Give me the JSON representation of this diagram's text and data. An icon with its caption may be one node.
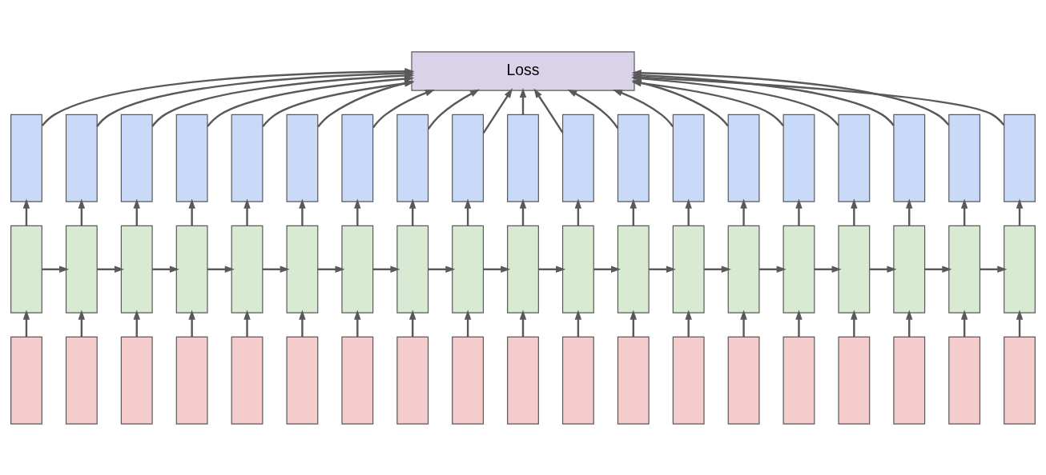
{
  "diagram": {
    "nodes": [
      {
        "text": [
          "Loss"
        ]
      },
      {
        "text": [],
        "shape": "box"
      },
      {
        "text": [],
        "shape": "box"
      },
      {
        "text": [],
        "shape": "box"
      },
      {
        "text": [],
        "shape": "box"
      },
      {
        "text": [],
        "shape": "box"
      },
      {
        "text": [],
        "shape": "box"
      },
      {
        "text": [],
        "shape": "box"
      },
      {
        "text": [],
        "shape": "box"
      },
      {
        "text": [],
        "shape": "box"
      },
      {
        "text": [],
        "shape": "box"
      },
      {
        "text": [],
        "shape": "box"
      },
      {
        "text": [],
        "shape": "box"
      },
      {
        "text": [],
        "shape": "box"
      },
      {
        "text": [],
        "shape": "box"
      },
      {
        "text": [],
        "shape": "box"
      },
      {
        "text": [],
        "shape": "box"
      },
      {
        "text": [],
        "shape": "box"
      },
      {
        "text": [],
        "shape": "box"
      },
      {
        "text": [],
        "shape": "box"
      },
      {
        "text": [],
        "shape": "box"
      },
      {
        "text": [],
        "shape": "box"
      },
      {
        "text": [],
        "shape": "box"
      },
      {
        "text": [],
        "shape": "box"
      },
      {
        "text": [],
        "shape": "box"
      },
      {
        "text": [],
        "shape": "box"
      },
      {
        "text": [],
        "shape": "box"
      },
      {
        "text": [],
        "shape": "box"
      },
      {
        "text": [],
        "shape": "box"
      },
      {
        "text": [],
        "shape": "box"
      },
      {
        "text": [],
        "shape": "box"
      },
      {
        "text": [],
        "shape": "box"
      },
      {
        "text": [],
        "shape": "box"
      },
      {
        "text": [],
        "shape": "box"
      },
      {
        "text": [],
        "shape": "box"
      },
      {
        "text": [],
        "shape": "box"
      },
      {
        "text": [],
        "shape": "box"
      },
      {
        "text": [],
        "shape": "box"
      },
      {
        "text": [],
        "shape": "box"
      },
      {
        "text": [],
        "shape": "box"
      },
      {
        "text": [],
        "shape": "box"
      },
      {
        "text": [],
        "shape": "box"
      },
      {
        "text": [],
        "shape": "box"
      },
      {
        "text": [],
        "shape": "box"
      },
      {
        "text": [],
        "shape": "box"
      },
      {
        "text": [],
        "shape": "box"
      },
      {
        "text": [],
        "shape": "box"
      },
      {
        "text": [],
        "shape": "box"
      },
      {
        "text": [],
        "shape": "box"
      },
      {
        "text": [],
        "shape": "box"
      },
      {
        "text": [],
        "shape": "box"
      },
      {
        "text": [],
        "shape": "box"
      },
      {
        "text": [],
        "shape": "box"
      },
      {
        "text": [],
        "shape": "box"
      },
      {
        "text": [],
        "shape": "box"
      },
      {
        "text": [],
        "shape": "box"
      },
      {
        "text": [],
        "shape": "box"
      },
      {
        "text": [],
        "shape": "box"
      }
    ],
    "edges": [
      {
        "from": 39,
        "to": 20,
        "arrow": "to"
      },
      {
        "from": 40,
        "to": 21,
        "arrow": "to"
      },
      {
        "from": 41,
        "to": 22,
        "arrow": "to"
      },
      {
        "from": 42,
        "to": 23,
        "arrow": "to"
      },
      {
        "from": 43,
        "to": 24,
        "arrow": "to"
      },
      {
        "from": 44,
        "to": 25,
        "arrow": "to"
      },
      {
        "from": 45,
        "to": 26,
        "arrow": "to"
      },
      {
        "from": 46,
        "to": 27,
        "arrow": "to"
      },
      {
        "from": 47,
        "to": 28,
        "arrow": "to"
      },
      {
        "from": 48,
        "to": 29,
        "arrow": "to"
      },
      {
        "from": 49,
        "to": 30,
        "arrow": "to"
      },
      {
        "from": 50,
        "to": 31,
        "arrow": "to"
      },
      {
        "from": 51,
        "to": 32,
        "arrow": "to"
      },
      {
        "from": 52,
        "to": 33,
        "arrow": "to"
      },
      {
        "from": 53,
        "to": 34,
        "arrow": "to"
      },
      {
        "from": 54,
        "to": 35,
        "arrow": "to"
      },
      {
        "from": 55,
        "to": 36,
        "arrow": "to"
      },
      {
        "from": 56,
        "to": 37,
        "arrow": "to"
      },
      {
        "from": 57,
        "to": 38,
        "arrow": "to"
      },
      {
        "from": 20,
        "to": 21,
        "arrow": "to"
      },
      {
        "from": 21,
        "to": 22,
        "arrow": "to"
      },
      {
        "from": 22,
        "to": 23,
        "arrow": "to"
      },
      {
        "from": 23,
        "to": 24,
        "arrow": "to"
      },
      {
        "from": 24,
        "to": 25,
        "arrow": "to"
      },
      {
        "from": 25,
        "to": 26,
        "arrow": "to"
      },
      {
        "from": 26,
        "to": 27,
        "arrow": "to"
      },
      {
        "from": 27,
        "to": 28,
        "arrow": "to"
      },
      {
        "from": 28,
        "to": 29,
        "arrow": "to"
      },
      {
        "from": 29,
        "to": 30,
        "arrow": "to"
      },
      {
        "from": 30,
        "to": 31,
        "arrow": "to"
      },
      {
        "from": 31,
        "to": 32,
        "arrow": "to"
      },
      {
        "from": 32,
        "to": 33,
        "arrow": "to"
      },
      {
        "from": 33,
        "to": 34,
        "arrow": "to"
      },
      {
        "from": 34,
        "to": 35,
        "arrow": "to"
      },
      {
        "from": 35,
        "to": 36,
        "arrow": "to"
      },
      {
        "from": 36,
        "to": 37,
        "arrow": "to"
      },
      {
        "from": 37,
        "to": 38,
        "arrow": "to"
      },
      {
        "from": 20,
        "to": 1,
        "arrow": "to"
      },
      {
        "from": 21,
        "to": 2,
        "arrow": "to"
      },
      {
        "from": 22,
        "to": 3,
        "arrow": "to"
      },
      {
        "from": 23,
        "to": 4,
        "arrow": "to"
      },
      {
        "from": 24,
        "to": 5,
        "arrow": "to"
      },
      {
        "from": 25,
        "to": 6,
        "arrow": "to"
      },
      {
        "from": 26,
        "to": 7,
        "arrow": "to"
      },
      {
        "from": 27,
        "to": 8,
        "arrow": "to"
      },
      {
        "from": 28,
        "to": 9,
        "arrow": "to"
      },
      {
        "from": 29,
        "to": 10,
        "arrow": "to"
      },
      {
        "from": 30,
        "to": 11,
        "arrow": "to"
      },
      {
        "from": 31,
        "to": 12,
        "arrow": "to"
      },
      {
        "from": 32,
        "to": 13,
        "arrow": "to"
      },
      {
        "from": 33,
        "to": 14,
        "arrow": "to"
      },
      {
        "from": 34,
        "to": 15,
        "arrow": "to"
      },
      {
        "from": 35,
        "to": 16,
        "arrow": "to"
      },
      {
        "from": 36,
        "to": 17,
        "arrow": "to"
      },
      {
        "from": 37,
        "to": 18,
        "arrow": "to"
      },
      {
        "from": 38,
        "to": 19,
        "arrow": "to"
      },
      {
        "from": 1,
        "to": 0,
        "arrow": "to"
      },
      {
        "from": 2,
        "to": 0,
        "arrow": "to"
      },
      {
        "from": 3,
        "to": 0,
        "arrow": "to"
      },
      {
        "from": 4,
        "to": 0,
        "arrow": "to"
      },
      {
        "from": 5,
        "to": 0,
        "arrow": "to"
      },
      {
        "from": 6,
        "to": 0,
        "arrow": "to"
      },
      {
        "from": 7,
        "to": 0,
        "arrow": "to"
      },
      {
        "from": 8,
        "to": 0,
        "arrow": "to"
      },
      {
        "from": 9,
        "to": 0,
        "arrow": "to"
      },
      {
        "from": 10,
        "to": 0,
        "arrow": "to"
      },
      {
        "from": 11,
        "to": 0,
        "arrow": "to"
      },
      {
        "from": 12,
        "to": 0,
        "arrow": "to"
      },
      {
        "from": 13,
        "to": 0,
        "arrow": "to"
      },
      {
        "from": 14,
        "to": 0,
        "arrow": "to"
      },
      {
        "from": 15,
        "to": 0,
        "arrow": "to"
      },
      {
        "from": 16,
        "to": 0,
        "arrow": "to"
      },
      {
        "from": 17,
        "to": 0,
        "arrow": "to"
      },
      {
        "from": 18,
        "to": 0,
        "arrow": "to"
      },
      {
        "from": 19,
        "to": 0,
        "arrow": "to"
      }
    ]
  }
}
